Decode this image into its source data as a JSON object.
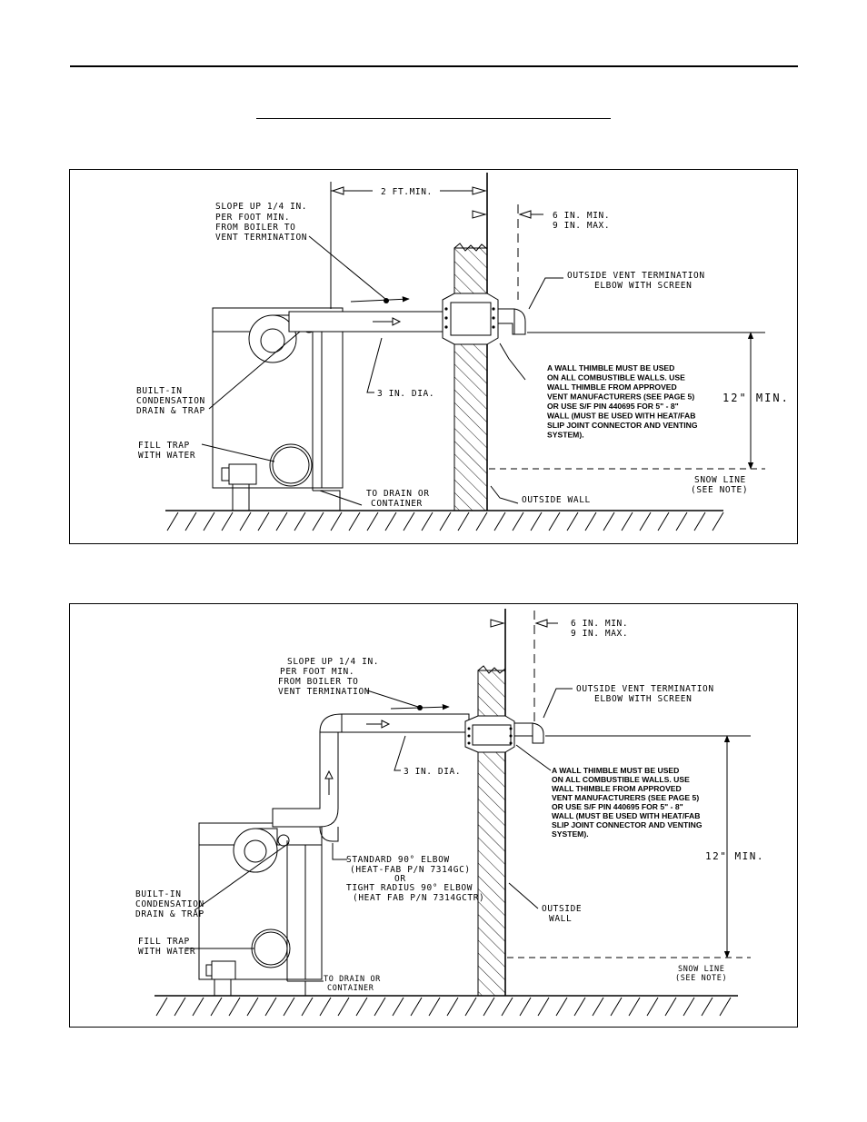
{
  "diagram1": {
    "slope_lines": [
      "SLOPE UP 1/4 IN.",
      "PER FOOT MIN.",
      "FROM BOILER TO",
      "VENT TERMINATION"
    ],
    "dim_2ft": "2 FT.MIN.",
    "dim_6in": "6 IN. MIN.",
    "dim_9in": "9 IN. MAX.",
    "termination_lines": [
      "OUTSIDE VENT TERMINATION",
      "ELBOW WITH SCREEN"
    ],
    "thimble_lines": [
      "A WALL THIMBLE MUST BE USED",
      "ON ALL COMBUSTIBLE WALLS. USE",
      "WALL THIMBLE FROM APPROVED",
      "VENT MANUFACTURERS (SEE PAGE 5)",
      "OR USE S/F PIN 440695 FOR 5\" - 8\"",
      "WALL (MUST BE USED WITH HEAT/FAB",
      "SLIP JOINT CONNECTOR AND VENTING",
      "SYSTEM)."
    ],
    "min12": "12\" MIN.",
    "condensation_lines": [
      "BUILT-IN",
      "CONDENSATION",
      "DRAIN & TRAP"
    ],
    "dia": "3 IN. DIA.",
    "fill_lines": [
      "FILL TRAP",
      "WITH WATER"
    ],
    "drain_lines": [
      "TO DRAIN OR",
      "CONTAINER"
    ],
    "outside_wall": "OUTSIDE WALL",
    "snow_lines": [
      "SNOW LINE",
      "(SEE NOTE)"
    ]
  },
  "diagram2": {
    "dim_6in": "6 IN. MIN.",
    "dim_9in": "9 IN. MAX.",
    "slope_lines": [
      "SLOPE UP 1/4 IN.",
      "PER FOOT MIN.",
      "FROM BOILER TO",
      "VENT TERMINATION"
    ],
    "termination_lines": [
      "OUTSIDE VENT TERMINATION",
      "ELBOW WITH SCREEN"
    ],
    "thimble_lines": [
      "A WALL THIMBLE MUST BE USED",
      "ON ALL COMBUSTIBLE WALLS. USE",
      "WALL THIMBLE FROM APPROVED",
      "VENT MANUFACTURERS (SEE PAGE 5)",
      "OR USE S/F PIN 440695 FOR 5\" - 8\"",
      "WALL (MUST BE USED WITH HEAT/FAB",
      "SLIP JOINT CONNECTOR AND VENTING",
      "SYSTEM)."
    ],
    "dia": "3 IN. DIA.",
    "min12": "12\" MIN.",
    "condensation_lines": [
      "BUILT-IN",
      "CONDENSATION",
      "DRAIN & TRAP"
    ],
    "elbow_lines": [
      "STANDARD 90° ELBOW",
      "(HEAT-FAB P/N 7314GC)",
      "OR",
      "TIGHT RADIUS 90° ELBOW",
      "(HEAT FAB P/N 7314GCTR)"
    ],
    "outside_wall_lines": [
      "OUTSIDE",
      "WALL"
    ],
    "fill_lines": [
      "FILL TRAP",
      "WITH WATER"
    ],
    "drain_lines": [
      "TO DRAIN OR",
      "CONTAINER"
    ],
    "snow_lines": [
      "SNOW LINE",
      "(SEE NOTE)"
    ]
  }
}
